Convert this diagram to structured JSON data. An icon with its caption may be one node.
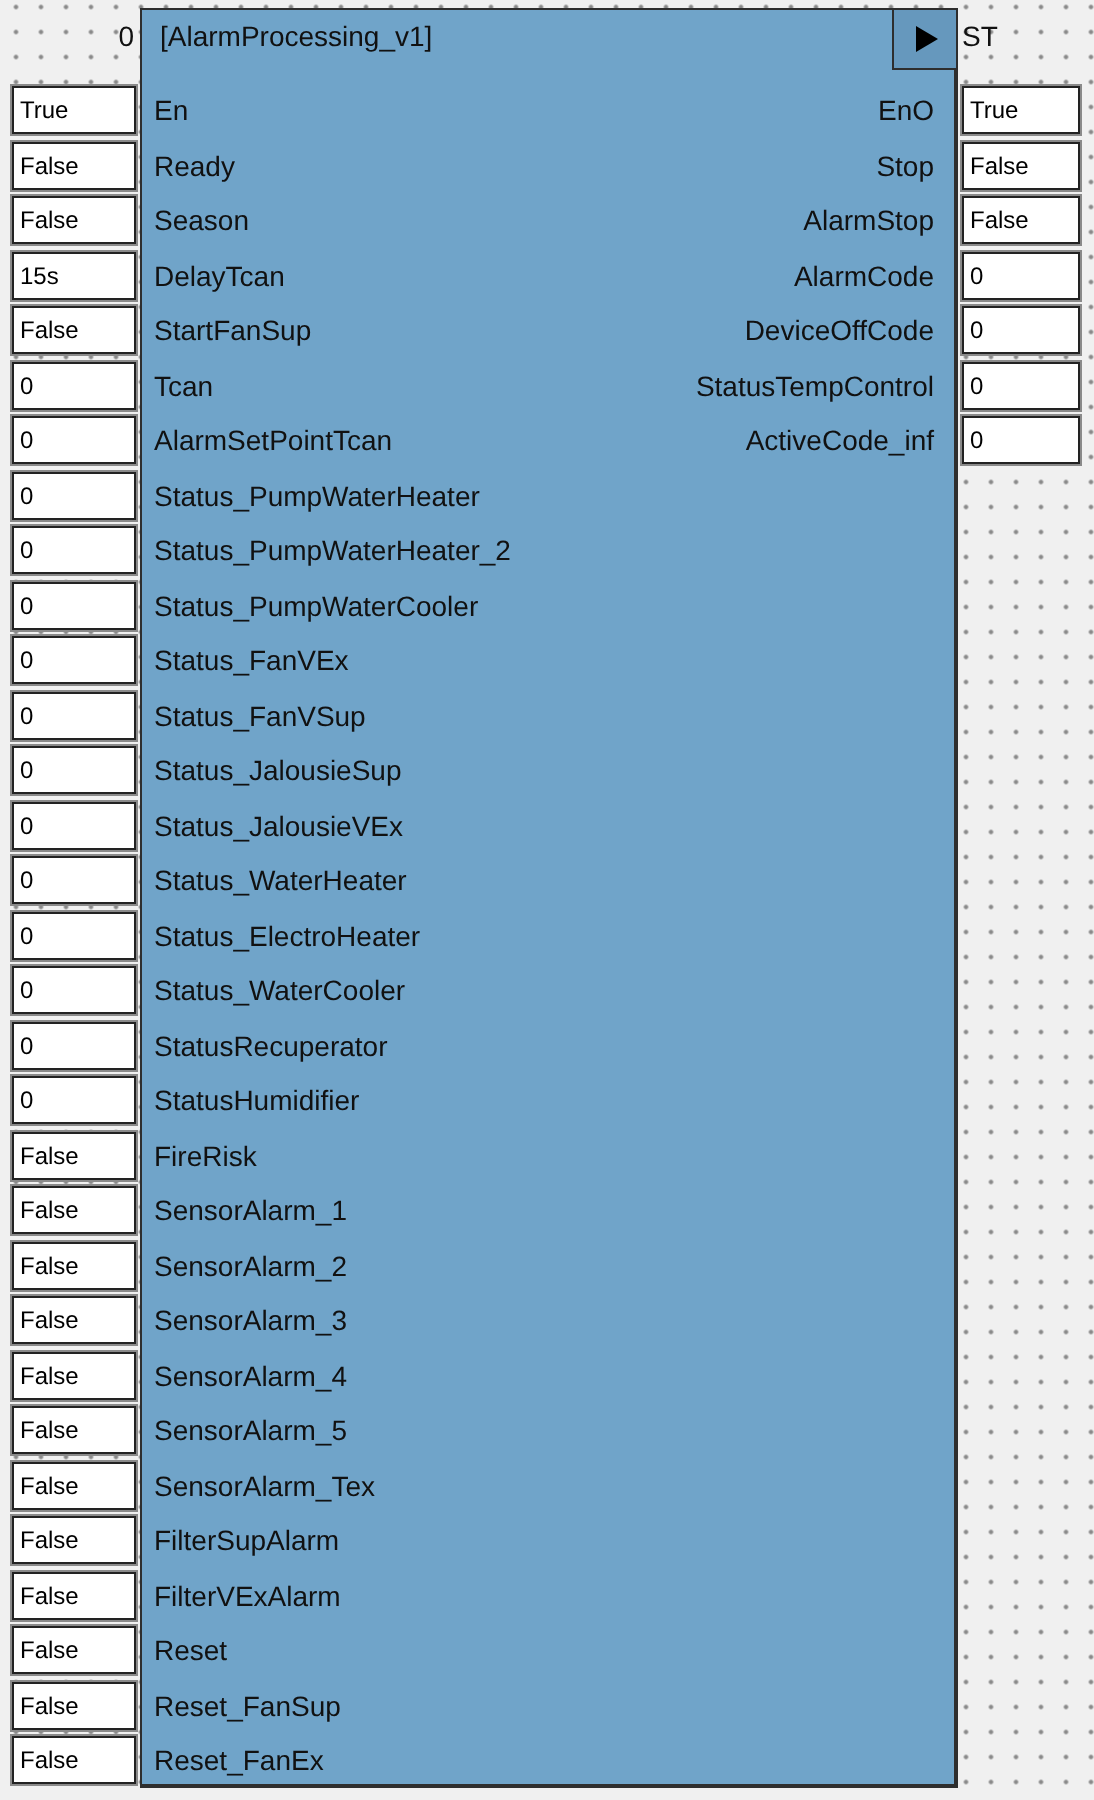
{
  "diagram": {
    "nodes": [
      {
        "text": [
          "[AlarmProcessing_v1]",
          "En",
          "EnO",
          "Ready",
          "Stop",
          "Season",
          "AlarmStop",
          "DelayTcan",
          "AlarmCode",
          "StartFanSup",
          "DeviceOffCode",
          "Tcan",
          "StatusTempControl",
          "AlarmSetPointTcan",
          "ActiveCode_inf",
          "Status_PumpWaterHeater",
          "Status_PumpWaterHeater_2",
          "Status_PumpWaterCooler",
          "Status_FanVEx",
          "Status_FanVSup",
          "Status_JalousieSup",
          "Status_JalousieVEx",
          "Status_WaterHeater",
          "Status_ElectroHeater",
          "Status_WaterCooler",
          "StatusRecuperator",
          "StatusHumidifier",
          "FireRisk",
          "SensorAlarm_1",
          "SensorAlarm_2",
          "SensorAlarm_3",
          "SensorAlarm_4",
          "SensorAlarm_5",
          "SensorAlarm_Tex",
          "FilterSupAlarm",
          "FilterVExAlarm",
          "Reset",
          "Reset_FanSup",
          "Reset_FanEx"
        ],
        "beside": [
          "0",
          "ST"
        ]
      },
      {
        "text": [
          "True"
        ]
      },
      {
        "text": [
          "True"
        ]
      },
      {
        "text": [
          "False"
        ]
      },
      {
        "text": [
          "False"
        ]
      },
      {
        "text": [
          "False"
        ]
      },
      {
        "text": [
          "False"
        ]
      },
      {
        "text": [
          "15s"
        ]
      },
      {
        "text": [
          "0"
        ]
      },
      {
        "text": [
          "False"
        ]
      },
      {
        "text": [
          "0"
        ]
      },
      {
        "text": [
          "0"
        ]
      },
      {
        "text": [
          "0"
        ]
      },
      {
        "text": [
          "0"
        ]
      },
      {
        "text": [
          "0"
        ]
      },
      {
        "text": [
          "0"
        ]
      },
      {
        "text": [
          "0"
        ]
      },
      {
        "text": [
          "0"
        ]
      },
      {
        "text": [
          "0"
        ]
      },
      {
        "text": [
          "0"
        ]
      },
      {
        "text": [
          "0"
        ]
      },
      {
        "text": [
          "0"
        ]
      },
      {
        "text": [
          "0"
        ]
      },
      {
        "text": [
          "0"
        ]
      },
      {
        "text": [
          "0"
        ]
      },
      {
        "text": [
          "0"
        ]
      },
      {
        "text": [
          "0"
        ]
      },
      {
        "text": [
          "False"
        ]
      },
      {
        "text": [
          "False"
        ]
      },
      {
        "text": [
          "False"
        ]
      },
      {
        "text": [
          "False"
        ]
      },
      {
        "text": [
          "False"
        ]
      },
      {
        "text": [
          "False"
        ]
      },
      {
        "text": [
          "False"
        ]
      },
      {
        "text": [
          "False"
        ]
      },
      {
        "text": [
          "False"
        ]
      },
      {
        "text": [
          "False"
        ]
      },
      {
        "text": [
          "False"
        ]
      },
      {
        "text": [
          "False"
        ]
      }
    ]
  }
}
